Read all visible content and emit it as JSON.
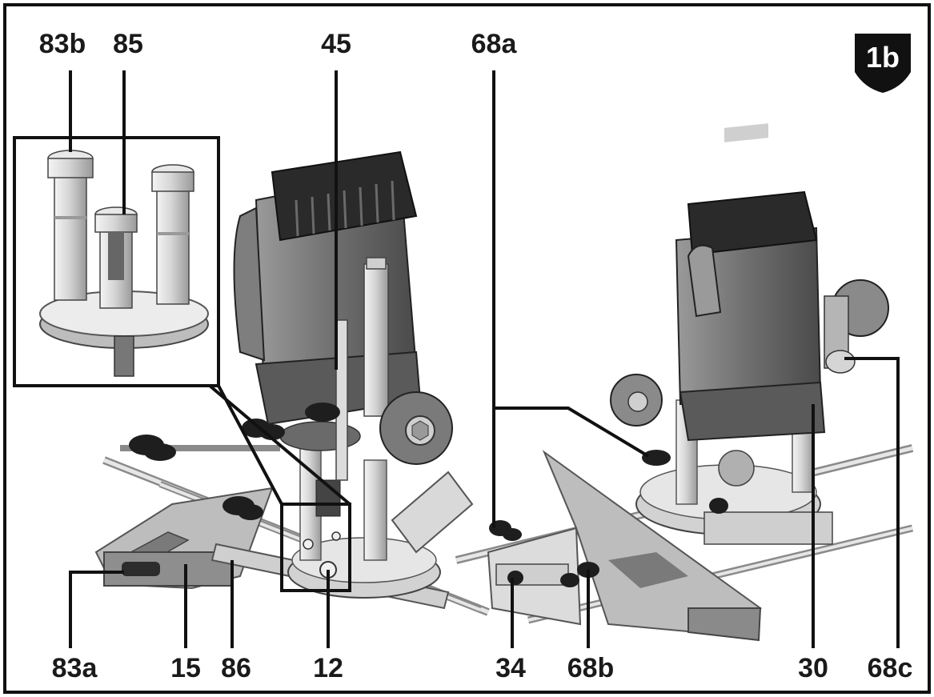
{
  "figure": {
    "badge": "1b",
    "callouts_top": [
      {
        "id": "83b",
        "text": "83b"
      },
      {
        "id": "85",
        "text": "85"
      },
      {
        "id": "45",
        "text": "45"
      },
      {
        "id": "68a",
        "text": "68a"
      }
    ],
    "callouts_bottom": [
      {
        "id": "83a",
        "text": "83a"
      },
      {
        "id": "15",
        "text": "15"
      },
      {
        "id": "86",
        "text": "86"
      },
      {
        "id": "12",
        "text": "12"
      },
      {
        "id": "34",
        "text": "34"
      },
      {
        "id": "68b",
        "text": "68b"
      },
      {
        "id": "30",
        "text": "30"
      },
      {
        "id": "68c",
        "text": "68c"
      }
    ]
  }
}
